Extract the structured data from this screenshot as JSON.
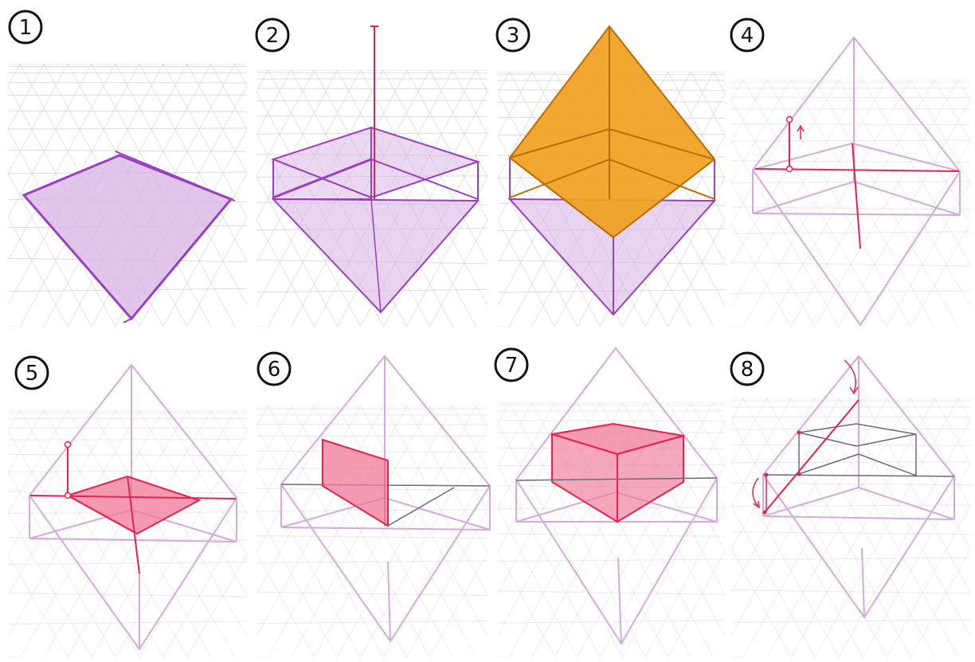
{
  "steps": [
    {
      "number": "1"
    },
    {
      "number": "2"
    },
    {
      "number": "3"
    },
    {
      "number": "4"
    },
    {
      "number": "5"
    },
    {
      "number": "6"
    },
    {
      "number": "7"
    },
    {
      "number": "8"
    }
  ],
  "colors": {
    "grid": "#cfcfcf",
    "purple": "#9b3fc0",
    "purple_fill": "#d9b6e6",
    "light_purple": "#d7a8e0",
    "orange": "#f0a020",
    "orange_edge": "#b86d00",
    "red": "#e8224f",
    "pink_fill": "#f07a98",
    "dark_line": "#6a6a7a"
  }
}
